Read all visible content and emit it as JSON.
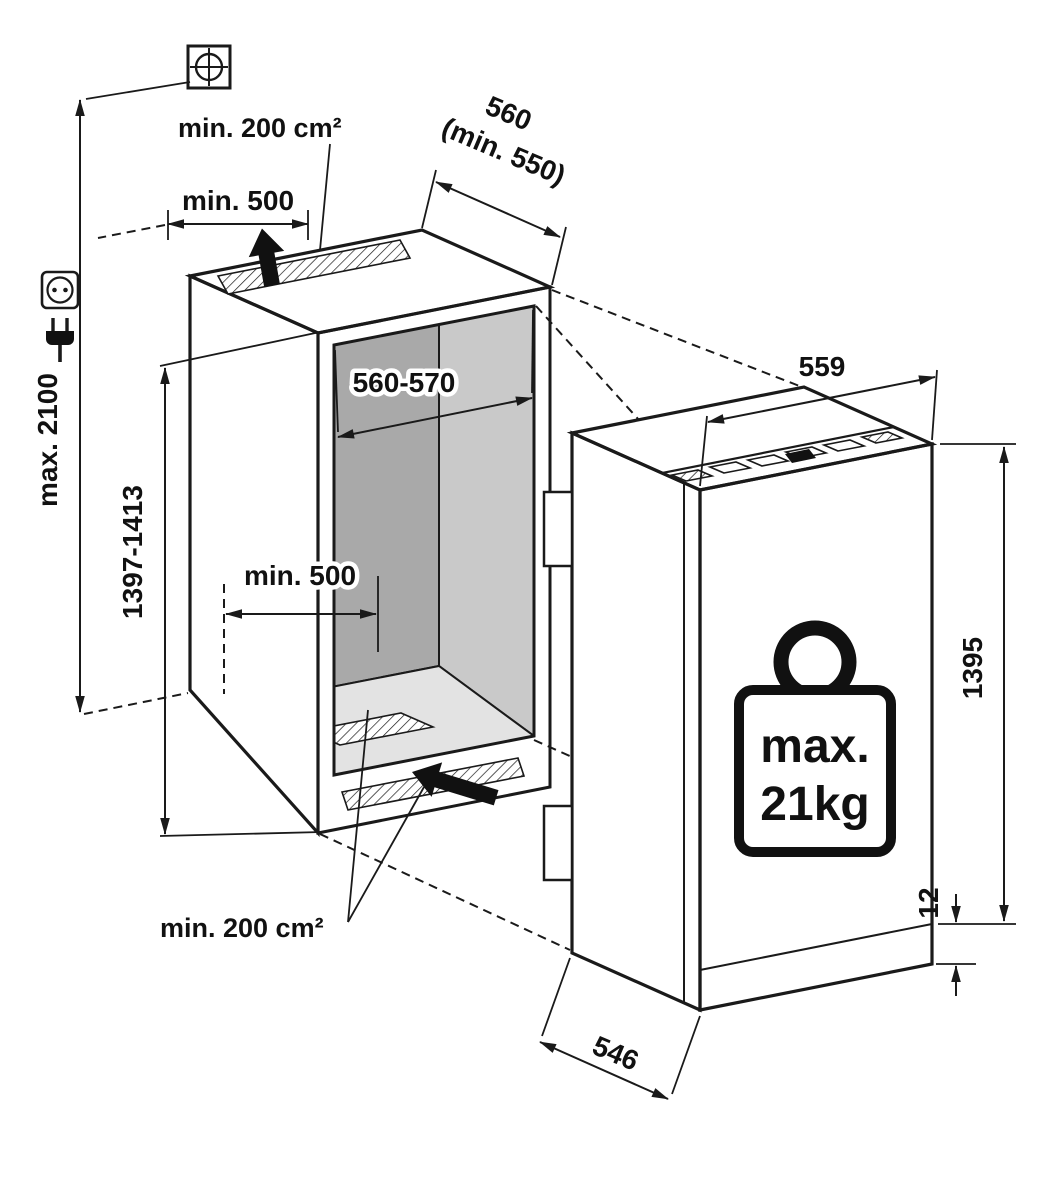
{
  "labels": {
    "vent_top": "min. 200 cm²",
    "clearance_top": "min. 500",
    "niche_depth_line1": "560",
    "niche_depth_line2": "(min. 550)",
    "socket_max_height": "max. 2100",
    "niche_width": "560-570",
    "niche_height": "1397-1413",
    "base_clearance": "min. 500",
    "appliance_width": "559",
    "appliance_height": "1395",
    "base_gap": "12",
    "appliance_depth": "546",
    "vent_bottom": "min. 200 cm²",
    "door_load_line1": "max.",
    "door_load_line2": "21kg"
  },
  "colors": {
    "line": "#1a1a1a",
    "cavity_back_wall": "#a9a9a9",
    "cavity_side_wall": "#c9c9c9",
    "cavity_floor": "#e3e3e3",
    "appliance_base": "#efefef"
  },
  "icons": [
    "screw-mark-icon",
    "power-socket-icon",
    "power-plug-icon",
    "airflow-up-arrow-icon",
    "airflow-in-arrow-icon",
    "door-weight-icon"
  ]
}
